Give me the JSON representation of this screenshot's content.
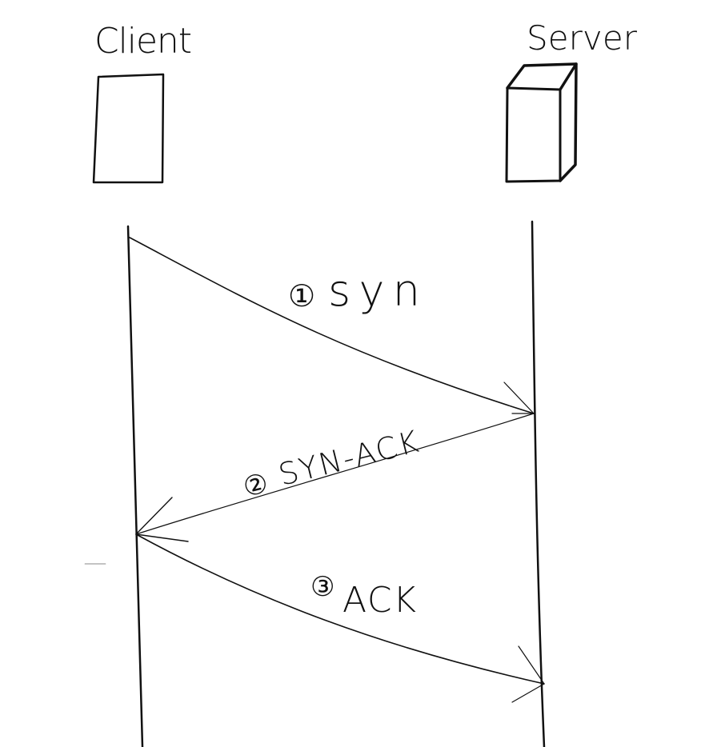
{
  "title": "TCP three-way handshake",
  "participants": {
    "client": "Client",
    "server": "Server"
  },
  "messages": [
    {
      "step": "①",
      "label": "syn",
      "direction": "client-to-server"
    },
    {
      "step": "②",
      "label": "SYN-ACK",
      "direction": "server-to-client"
    },
    {
      "step": "③",
      "label": "ACK",
      "direction": "client-to-server"
    }
  ],
  "colors": {
    "ink": "#111111",
    "background": "#ffffff"
  }
}
